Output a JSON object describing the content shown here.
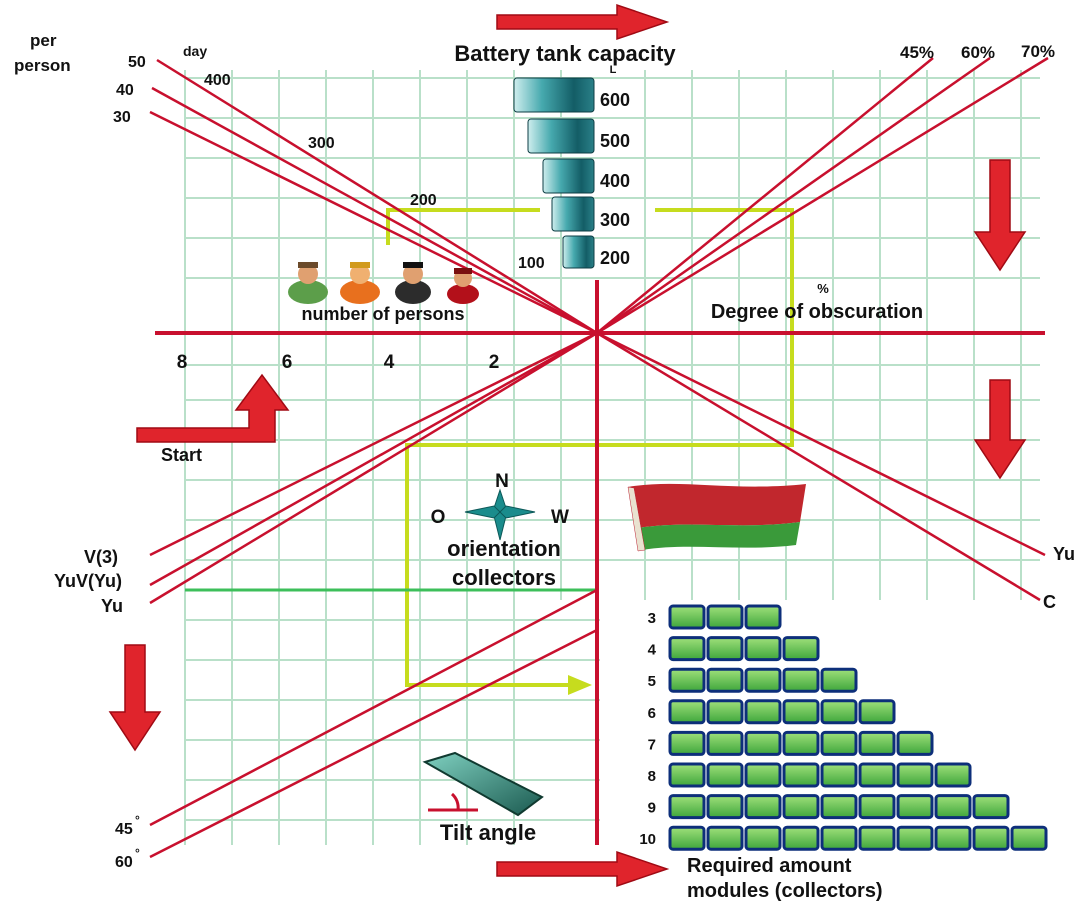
{
  "title": "Battery tank capacity",
  "tank_unit": "L",
  "tank_capacities": [
    "600",
    "500",
    "400",
    "300",
    "200"
  ],
  "per_person": {
    "label_line1": "per",
    "label_line2": "person",
    "day_label": "day",
    "values": [
      "50",
      "40",
      "30"
    ]
  },
  "day_values": [
    "400",
    "300",
    "200",
    "100"
  ],
  "persons": {
    "label": "number of persons",
    "ticks": [
      "8",
      "6",
      "4",
      "2"
    ]
  },
  "obscuration": {
    "label": "Degree of obscuration",
    "unit": "%",
    "values": [
      "45%",
      "60%",
      "70%"
    ]
  },
  "start_label": "Start",
  "orientation": {
    "line1": "orientation",
    "line2": "collectors",
    "compass": {
      "N": "N",
      "O": "O",
      "W": "W"
    },
    "left_labels": [
      "V(3)",
      "YuV(Yu)",
      "Yu"
    ],
    "right_labels": [
      "Yu",
      "C"
    ]
  },
  "tilt": {
    "label": "Tilt angle",
    "angles": [
      "45",
      "60"
    ],
    "degree_mark": "°"
  },
  "modules": {
    "label_line1": "Required amount",
    "label_line2": "modules (collectors)",
    "rows": [
      {
        "count": "3",
        "n": 3
      },
      {
        "count": "4",
        "n": 4
      },
      {
        "count": "5",
        "n": 5
      },
      {
        "count": "6",
        "n": 6
      },
      {
        "count": "7",
        "n": 7
      },
      {
        "count": "8",
        "n": 8
      },
      {
        "count": "9",
        "n": 9
      },
      {
        "count": "10",
        "n": 10
      }
    ]
  },
  "colors": {
    "red": "#c8102e",
    "grid": "#b6dfc6",
    "guide": "#c6dc1e",
    "module": "#6fce5c",
    "tank": "#2b8e95"
  }
}
